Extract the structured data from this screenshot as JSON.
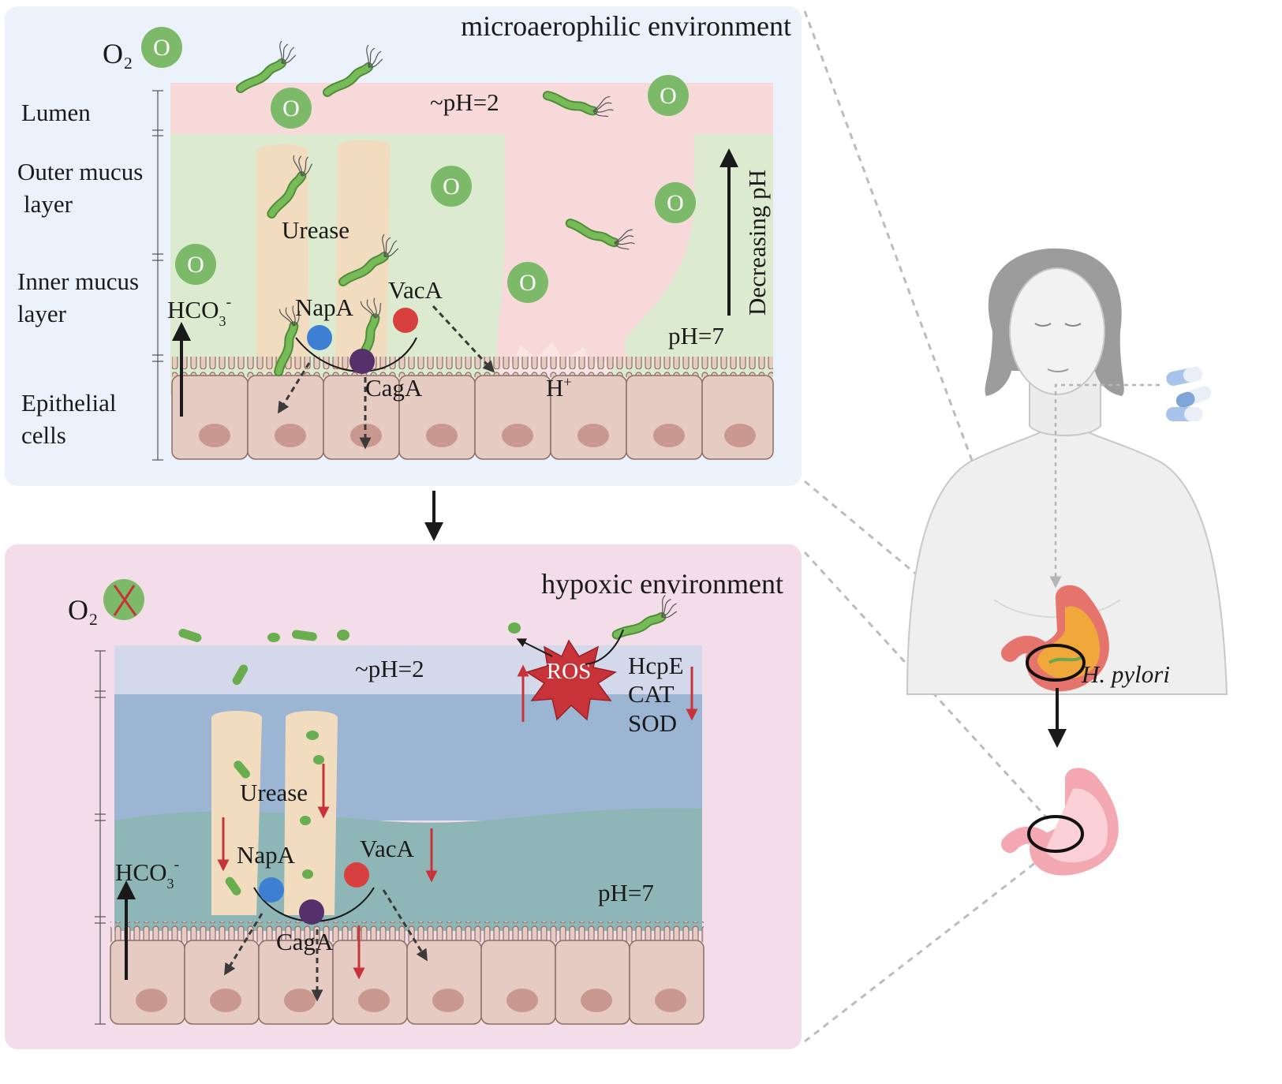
{
  "top_panel": {
    "title": "microaerophilic environment",
    "oxygen_label": "O₂",
    "oxygen_symbol": "O",
    "layers": {
      "lumen": "Lumen",
      "outer_line1": "Outer mucus",
      "outer_line2": "layer",
      "inner_line1": "Inner mucus",
      "inner_line2": "layer",
      "epi_line1": "Epithelial",
      "epi_line2": "cells"
    },
    "ph_lumen": "~pH=2",
    "ph_mucus": "pH=7",
    "gradient_label": "Decreasing pH",
    "urease": "Urease",
    "napa": "NapA",
    "vaca": "VacA",
    "caga": "CagA",
    "hco3": "HCO",
    "hco3_sub": "3",
    "hco3_sup": "-",
    "proton": "H",
    "proton_sup": "+"
  },
  "bottom_panel": {
    "title": "hypoxic environment",
    "oxygen_label": "O₂",
    "ph_lumen": "~pH=2",
    "ph_mucus": "pH=7",
    "ros": "ROS",
    "hcpe": "HcpE",
    "cat": "CAT",
    "sod": "SOD",
    "urease": "Urease",
    "napa": "NapA",
    "vaca": "VacA",
    "caga": "CagA",
    "hco3": "HCO",
    "hco3_sub": "3",
    "hco3_sup": "-"
  },
  "body": {
    "pathogen_label": "H. pylori"
  },
  "colors": {
    "top_panel_bg": "#ebf2fb",
    "bottom_panel_bg": "#f3dde9",
    "lumen_top": "#f7d9d9",
    "mucus_top": "#dcebd0",
    "lumen_bottom": "#d3d9ea",
    "outer_bottom": "#9bb5d2",
    "inner_bottom": "#8fb6b6",
    "cell": "#e6cbc3",
    "nucleus": "#c9998f",
    "oxygen": "#7cba6a",
    "bacterium": "#68ad4e",
    "napa": "#3d7fd1",
    "vaca": "#d8403f",
    "caga": "#56306b",
    "ros": "#c8333a",
    "down_regulation": "#c8333a"
  }
}
